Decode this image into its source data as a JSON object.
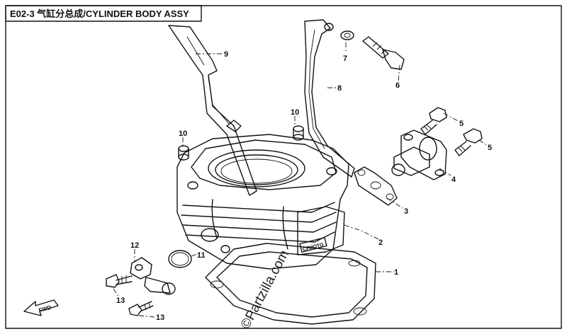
{
  "title": "E02-3 气缸分总成/CYLINDER BODY ASSY",
  "callouts": [
    {
      "id": "1"
    },
    {
      "id": "2"
    },
    {
      "id": "3"
    },
    {
      "id": "4"
    },
    {
      "id": "5"
    },
    {
      "id": "5"
    },
    {
      "id": "6"
    },
    {
      "id": "7"
    },
    {
      "id": "8"
    },
    {
      "id": "9"
    },
    {
      "id": "10"
    },
    {
      "id": "10"
    },
    {
      "id": "11"
    },
    {
      "id": "12"
    },
    {
      "id": "13"
    },
    {
      "id": "13"
    }
  ],
  "fwd_label": "FWD",
  "cylinder_mark": "CFMOTO",
  "watermark": "©Partzilla.com"
}
